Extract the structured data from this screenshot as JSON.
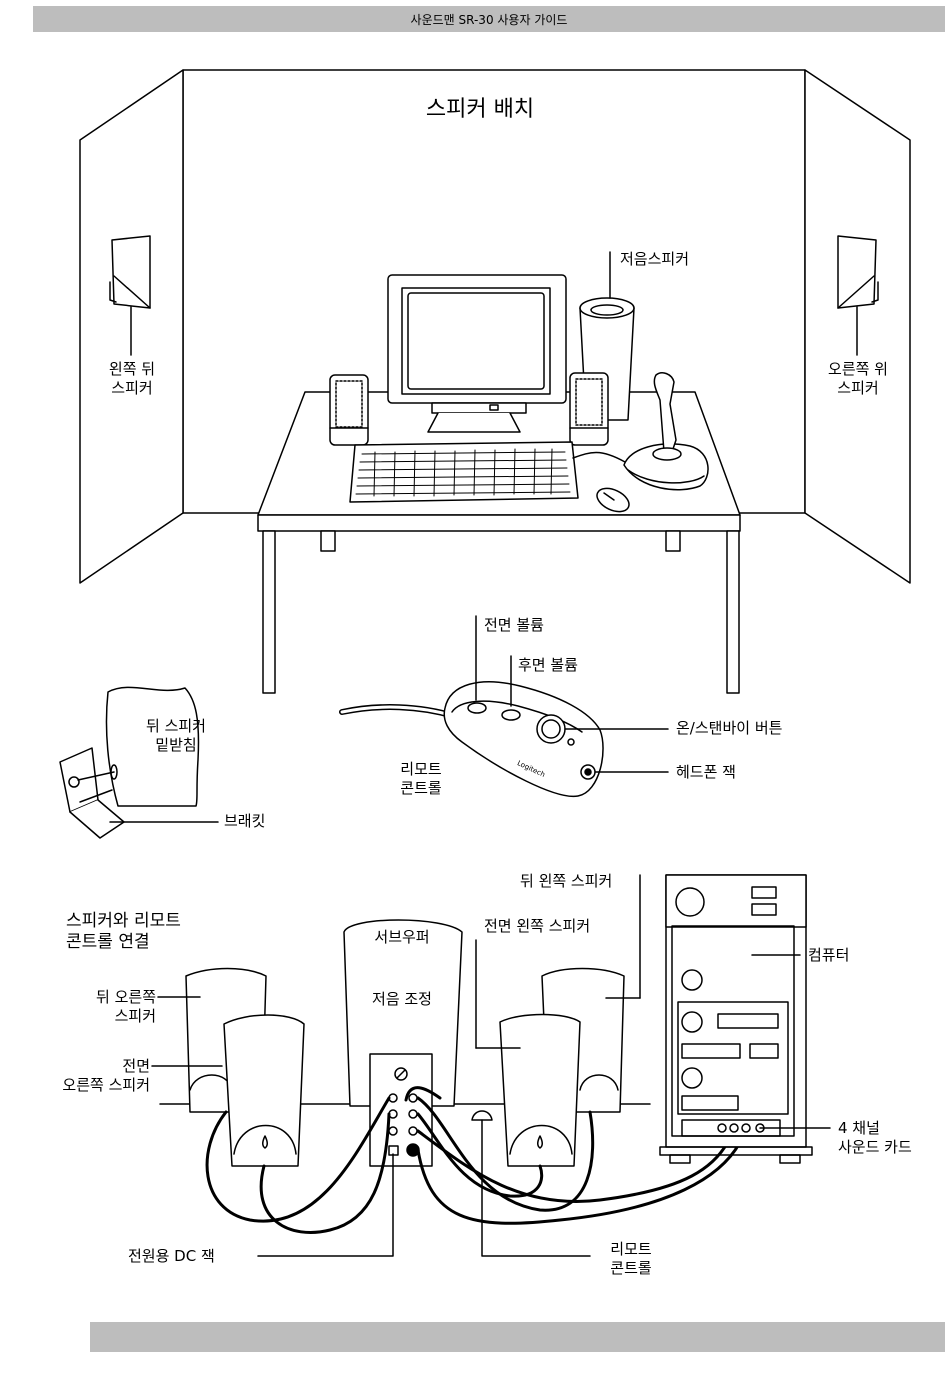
{
  "header": {
    "title": "사운드맨 SR-30 사용자 가이드"
  },
  "placement": {
    "title": "스피커 배치",
    "subwoofer": "저음스피커",
    "left_rear_line1": "왼쪽 뒤",
    "left_rear_line2": "스피커",
    "right_rear_line1": "오른쪽 위",
    "right_rear_line2": "스피커"
  },
  "remote": {
    "front_volume": "전면 볼륨",
    "rear_volume": "후면 볼륨",
    "power_button": "온/스탠바이 버튼",
    "headphone_jack": "헤드폰 잭",
    "remote_line1": "리모트",
    "remote_line2": "콘트롤",
    "brand": "Logitech"
  },
  "stand": {
    "rear_stand_line1": "뒤 스피커",
    "rear_stand_line2": "밑받침",
    "bracket": "브래킷"
  },
  "connection": {
    "title_line1": "스피커와 리모트",
    "title_line2": "콘트롤 연결",
    "subwoofer": "서브우퍼",
    "bass_adjust": "저음 조정",
    "rear_left": "뒤 왼쪽 스피커",
    "front_left": "전면 왼쪽 스피커",
    "computer": "컴퓨터",
    "rear_right_line1": "뒤 오른쪽",
    "rear_right_line2": "스피커",
    "front_right_line1": "전면",
    "front_right_line2": "오른쪽 스피커",
    "sound_card_line1": "4 채널",
    "sound_card_line2": "사운드 카드",
    "dc_jack": "전원용 DC 잭",
    "remote_line1": "리모트",
    "remote_line2": "콘트롤"
  }
}
